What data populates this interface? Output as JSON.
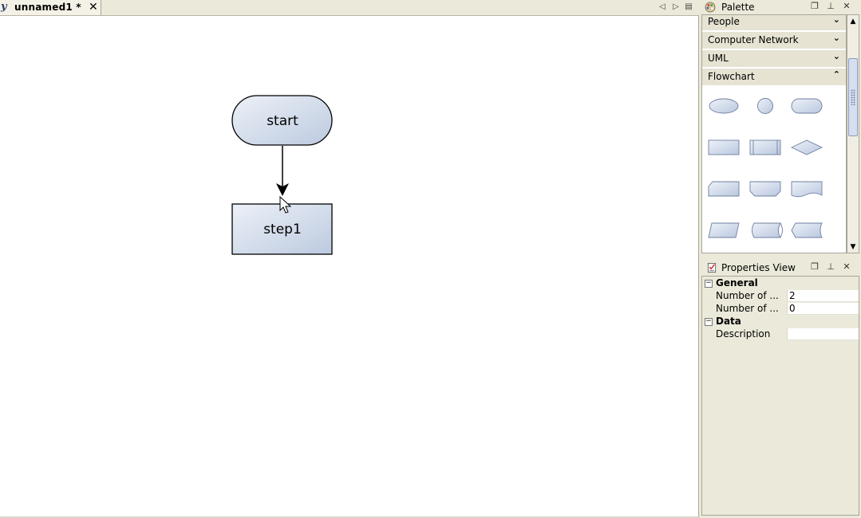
{
  "editor": {
    "app_icon": "y",
    "tab_title": "unnamed1 *",
    "tab_close": "✕",
    "nav_prev": "◁",
    "nav_next": "▷",
    "nav_menu": "▤"
  },
  "diagram": {
    "nodes": [
      {
        "id": "start",
        "label": "start",
        "shape": "rounded-terminator"
      },
      {
        "id": "step1",
        "label": "step1",
        "shape": "rectangle"
      }
    ],
    "edges": [
      {
        "from": "start",
        "to": "step1"
      }
    ],
    "colors": {
      "fill_top": "#e8edf6",
      "fill_bottom": "#c3cfe3",
      "stroke": "#000000"
    }
  },
  "palette": {
    "title": "Palette",
    "icon": "palette-icon",
    "categories": [
      {
        "label": "People",
        "chevron": "»",
        "expanded": false
      },
      {
        "label": "Computer Network",
        "chevron": "»",
        "expanded": false
      },
      {
        "label": "UML",
        "chevron": "»",
        "expanded": false
      },
      {
        "label": "Flowchart",
        "chevron": "«",
        "expanded": true
      }
    ],
    "flowchart_shapes": [
      "ellipse",
      "circle",
      "terminator",
      "process",
      "predefined-process",
      "decision",
      "card",
      "loop-limit",
      "document",
      "data",
      "stored-data",
      "display"
    ]
  },
  "properties": {
    "title": "Properties View",
    "icon": "properties-icon",
    "groups": [
      {
        "label": "General",
        "toggle": "−",
        "rows": [
          {
            "name": "Number of ...",
            "value": "2"
          },
          {
            "name": "Number of ...",
            "value": "0"
          }
        ]
      },
      {
        "label": "Data",
        "toggle": "−",
        "rows": [
          {
            "name": "Description",
            "value": ""
          }
        ]
      }
    ]
  }
}
